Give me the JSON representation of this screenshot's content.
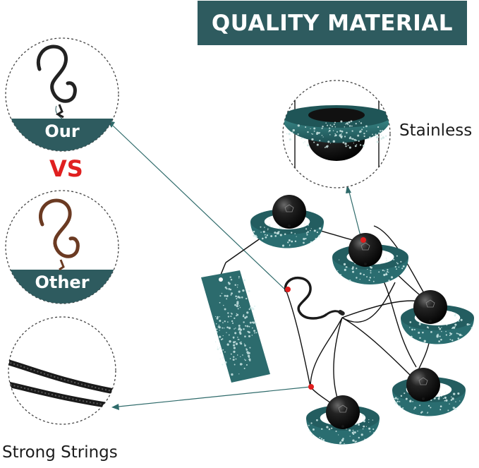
{
  "header": {
    "title": "QUALITY MATERIAL",
    "background_color": "#2e5b5f",
    "text_color": "#ffffff"
  },
  "comparison": {
    "ours_label": "Our",
    "vs_label": "VS",
    "other_label": "Other",
    "vs_color": "#e02020",
    "band_color": "#2e5b5f",
    "ours_hook_color": "#222222",
    "other_hook_color": "#6b3a22"
  },
  "callouts": {
    "stainless_label": "Stainless",
    "strings_label": "Strong Strings",
    "arrow_color": "#2e6a6a",
    "marker_color": "#e01e1e"
  },
  "product": {
    "speckle_base_color": "#2a6d70",
    "ball_color": "#161616",
    "string_color": "#111111"
  }
}
